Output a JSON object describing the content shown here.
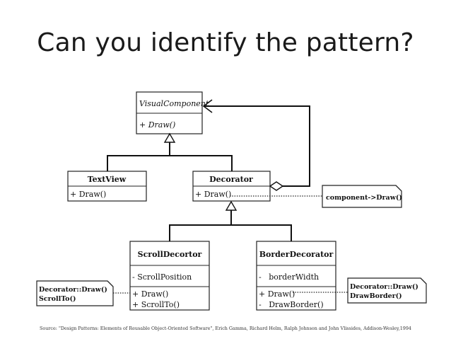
{
  "title": "Can you identify the pattern?",
  "diagram": {
    "classes": {
      "visual_component": {
        "name": "VisualComponent",
        "operation": "+ Draw()"
      },
      "text_view": {
        "name": "TextView",
        "operation": "+ Draw()"
      },
      "decorator": {
        "name": "Decorator",
        "operation": "+ Draw()"
      },
      "scroll_decorator": {
        "name": "ScrollDecortor",
        "attribute": "- ScrollPosition",
        "operations": [
          "+ Draw()",
          "+ ScrollTo()"
        ]
      },
      "border_decorator": {
        "name": "BorderDecorator",
        "attribute": "-   borderWidth",
        "operations": [
          "+ Draw()",
          "-   DrawBorder()"
        ]
      }
    },
    "notes": {
      "decorator_note": [
        "component->Draw()"
      ],
      "scroll_note": [
        "Decorator::Draw()",
        "ScrollTo()"
      ],
      "border_note": [
        "Decorator::Draw()",
        "DrawBorder()"
      ]
    }
  },
  "source": "Source: \"Design Patterns: Elements of Reusable Object-Oriented Software\", Erich Gamma, Richard Helm, Ralph Johnson and John Vlissides, Addison-Wesley,1994"
}
